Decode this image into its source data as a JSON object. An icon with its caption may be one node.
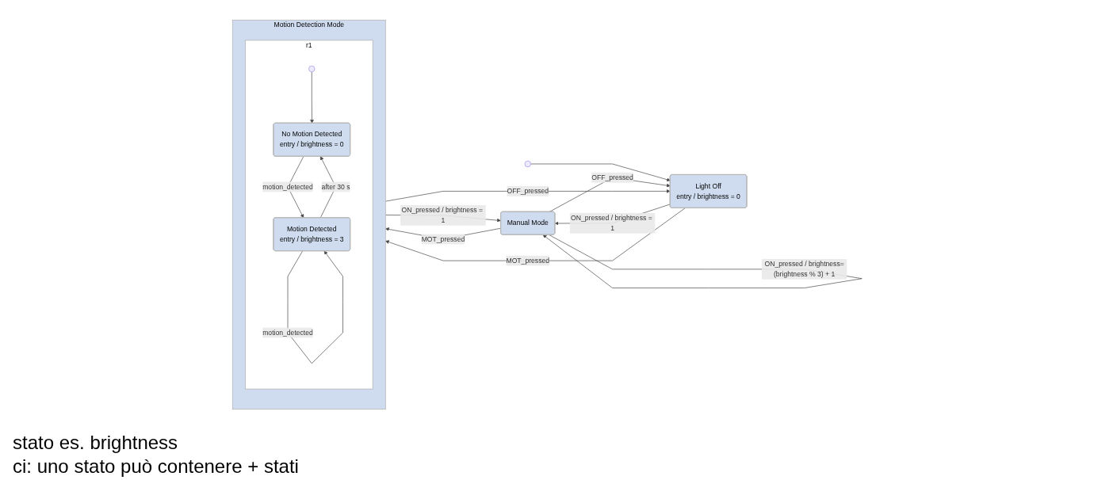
{
  "diagram": {
    "nodes": [
      {
        "text": [],
        "shape": "circle"
      },
      {
        "text": [
          "Light Off",
          "entry / brightness = 0"
        ]
      },
      {
        "text": [
          "Manual Mode"
        ]
      },
      {
        "text": [
          "Motion Detection Mode"
        ]
      },
      {
        "text": [
          "r1"
        ],
        "in": 3
      },
      {
        "text": [],
        "shape": "circle",
        "in": 4
      },
      {
        "text": [
          "No Motion Detected",
          "entry / brightness = 0"
        ],
        "in": 4
      },
      {
        "text": [
          "Motion Detected",
          "entry / brightness = 3"
        ],
        "in": 4
      }
    ],
    "edges": [
      {
        "from": 0,
        "to": 1,
        "arrow": "to"
      },
      {
        "from": 1,
        "to": 3,
        "arrow": "to",
        "label": "MOT_pressed"
      },
      {
        "from": 1,
        "to": 2,
        "arrow": "to",
        "label": "ON_pressed / brightness = 1"
      },
      {
        "from": 2,
        "to": 1,
        "arrow": "to",
        "label": "OFF_pressed"
      },
      {
        "from": 3,
        "to": 2,
        "arrow": "to",
        "label": "ON_pressed / brightness = 1"
      },
      {
        "from": 2,
        "to": 3,
        "arrow": "to",
        "label": "MOT_pressed"
      },
      {
        "from": 2,
        "to": 2,
        "arrow": "to",
        "label": "ON_pressed / brightness=(brightness % 3) + 1"
      },
      {
        "from": 3,
        "to": 1,
        "arrow": "to",
        "label": "OFF_pressed"
      },
      {
        "from": 5,
        "to": 6,
        "arrow": "to"
      },
      {
        "from": 6,
        "to": 7,
        "arrow": "to",
        "label": "motion_detected"
      },
      {
        "from": 7,
        "to": 6,
        "arrow": "to",
        "label": "after 30 s"
      },
      {
        "from": 7,
        "to": 7,
        "arrow": "to",
        "label": "motion_detected"
      }
    ],
    "labels": [
      "stato es. brightness",
      "ci: uno stato può contenere + stati"
    ]
  }
}
